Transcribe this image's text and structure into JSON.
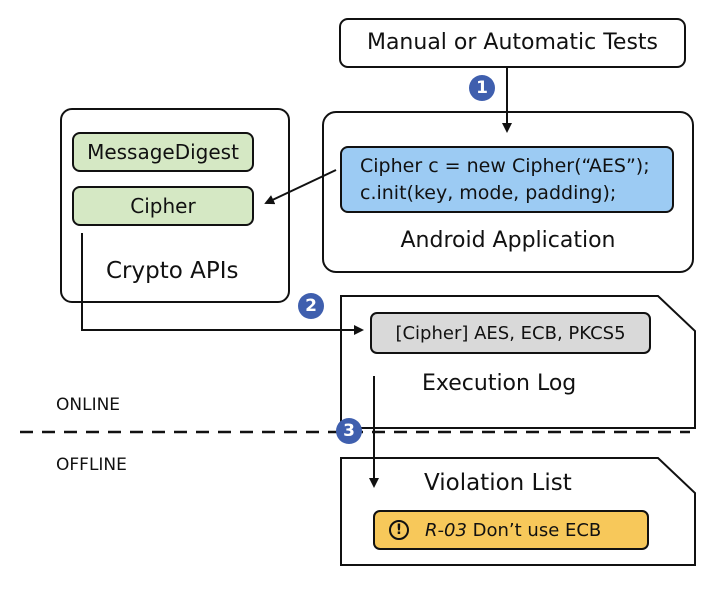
{
  "tests": {
    "label": "Manual or Automatic Tests"
  },
  "steps": [
    "1",
    "2",
    "3"
  ],
  "crypto_apis": {
    "title": "Crypto APIs",
    "items": [
      "MessageDigest",
      "Cipher"
    ]
  },
  "android_app": {
    "title": "Android Application",
    "code_lines": [
      "Cipher c = new Cipher(“AES”);",
      "c.init(key, mode, padding);"
    ]
  },
  "execution_log": {
    "title": "Execution Log",
    "entry": "[Cipher] AES, ECB, PKCS5"
  },
  "phases": {
    "online": "ONLINE",
    "offline": "OFFLINE"
  },
  "violation_list": {
    "title": "Violation List",
    "rule_id": "R-03",
    "rule_text": " Don’t use ECB",
    "icon": "!"
  },
  "colors": {
    "green_fill": "#d5e8c4",
    "blue_fill": "#9ccbf3",
    "gray_fill": "#d9d9d9",
    "yellow_fill": "#f7c85a",
    "badge": "#3f5fae"
  }
}
